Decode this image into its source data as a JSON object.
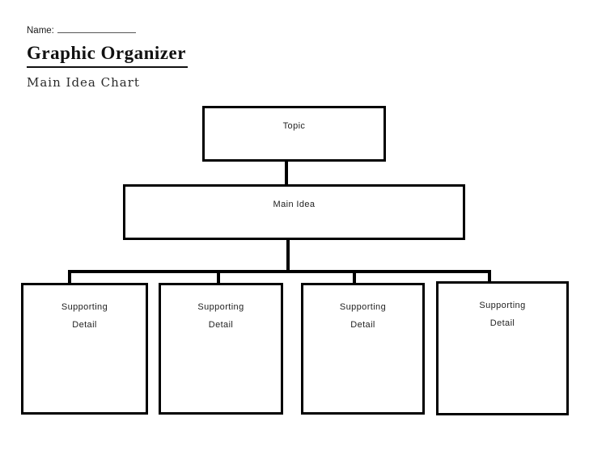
{
  "page": {
    "name_label": "Name:",
    "title": "Graphic Organizer",
    "subtitle": "Main Idea Chart"
  },
  "diagram": {
    "topic_box": {
      "label": "Topic"
    },
    "main_idea_box": {
      "label": "Main Idea"
    },
    "supporting_boxes": [
      {
        "line1": "Supporting",
        "line2": "Detail"
      },
      {
        "line1": "Supporting",
        "line2": "Detail"
      },
      {
        "line1": "Supporting",
        "line2": "Detail"
      },
      {
        "line1": "Supporting",
        "line2": "Detail"
      }
    ]
  },
  "colors": {
    "line": "#000000",
    "background": "#ffffff",
    "text": "#1a1a1a"
  }
}
